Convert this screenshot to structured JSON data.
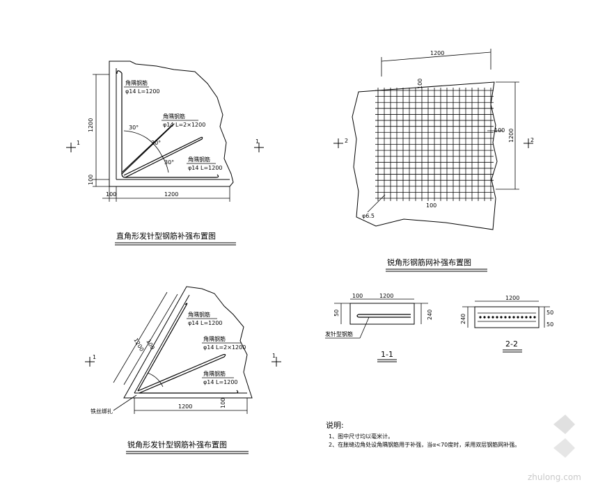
{
  "drawings": {
    "right_angle": {
      "title": "直角形发针型钢筋补强布置图",
      "bar_label": "角隅钢筋",
      "spec_short": "φ14 L=1200",
      "spec_double": "φ14 L=2×1200",
      "angle": "30°",
      "dim_height": "1200",
      "dim_width": "1200",
      "dim_edge_bottom": "100",
      "dim_edge_left": "100",
      "section_mark": "1"
    },
    "acute_angle": {
      "title": "锐角形发针型钢筋补强布置图",
      "bar_label": "角隅钢筋",
      "spec_short": "φ14 L=1200",
      "spec_double": "φ14 L=2×1200",
      "dim_slant": "1200",
      "dim_offset": "100",
      "dim_width": "1200",
      "dim_edge": "100",
      "tie_label": "铁丝绑扎",
      "section_mark": "1"
    },
    "mesh": {
      "title": "锐角形钢筋网补强布置图",
      "dim_top": "1200",
      "dim_right": "1200",
      "spacing_top": "100",
      "spacing_right": "100",
      "spacing_bottom": "100",
      "bar_dia": "φ6.5",
      "section_mark": "2"
    },
    "section_1": {
      "label": "1-1",
      "dim_left": "100",
      "dim_length": "1200",
      "dim_small": "50",
      "dim_depth": "240",
      "bar_label": "发针型钢筋"
    },
    "section_2": {
      "label": "2-2",
      "dim_length": "1200",
      "dim_depth": "240",
      "dim_cover_top": "50",
      "dim_cover_bottom": "50"
    }
  },
  "notes": {
    "heading": "说明:",
    "items": [
      "1、图中尺寸均以毫米计。",
      "2、在胀缝边角处设角隅钢筋用于补强，当α<70度时，采用双层钢筋网补强。"
    ]
  },
  "watermark": "zhulong.com"
}
